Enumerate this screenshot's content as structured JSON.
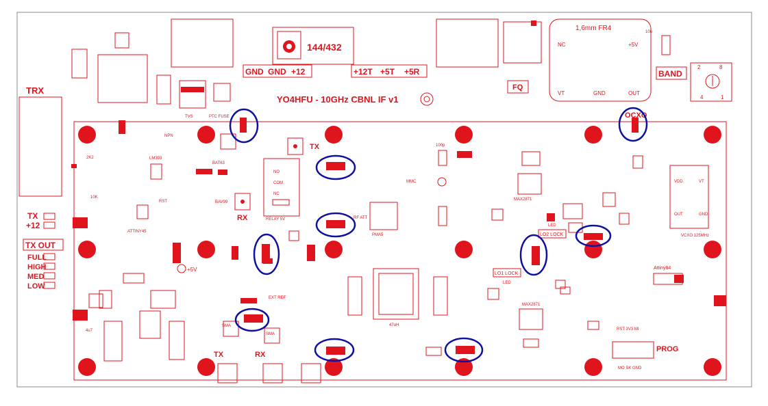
{
  "board": {
    "title": "YO4HFU - 10GHz CBNL IF v1",
    "freq_label": "144/432",
    "pcb_note": "1,6mm FR4",
    "colors": {
      "silk": "#e0141c",
      "highlight": "#1010a0",
      "background": "#ffffff"
    }
  },
  "connectors": {
    "power_left": [
      "GND",
      "GND",
      "+12"
    ],
    "power_right": [
      "+12T",
      "+5T",
      "+5R"
    ],
    "trx": "TRX",
    "band": "BAND",
    "prog": "PROG",
    "prog_pins": "MO SK GND",
    "ocxo": "OCXO",
    "ocxo_pins": [
      "NC",
      "+5V",
      "VT",
      "GND",
      "OUT"
    ],
    "fq": "FQ"
  },
  "indicators": {
    "tx": "TX",
    "plus12": "+12",
    "tx_out_title": "TX OUT",
    "levels": [
      "FULL",
      "HIGH",
      "MED",
      "LOW"
    ]
  },
  "labels": {
    "tx_small": "TX",
    "rx_small": "RX",
    "tx_bottom": "TX",
    "rx_bottom": "RX",
    "tvs": "TVS",
    "ptc_fuse": "PTC FUSE",
    "relay": "RELAY 5V",
    "relay_pins": [
      "NO",
      "COM",
      "NC"
    ],
    "lo1_lock": "LO1 LOCK",
    "lo2_lock": "LO2 LOCK",
    "led": "LED",
    "max2871_a": "MAX2871",
    "max2871_b": "MAX2871",
    "attiny84": "Attiny84",
    "attiny45": "ATTINY45",
    "lm393": "LM393",
    "vcxo": "VCXO 125MHz",
    "vcxo_pins": [
      "VDD",
      "VT",
      "OUT",
      "GND"
    ],
    "mmc": "MMC",
    "pmx": "PMA5",
    "rf_att": "RF ATT",
    "rst": "RST",
    "plus5v": "+5V",
    "ms_sig": "RST 3V3 MI",
    "ext_ref": "EXT REF",
    "bat_a": "BAT63",
    "bav": "BAV99",
    "inductor": "47uH",
    "sma1": "SMA",
    "sma2": "SMA",
    "sma3": "SMA",
    "switch_pins": [
      "2",
      "8",
      "1",
      "4"
    ],
    "cap_10u": "10u",
    "cap_100p": "100p",
    "res_10k": "10K",
    "res_2k2": "2K2",
    "npn": "NPN",
    "cap_4u7": "4u7"
  }
}
